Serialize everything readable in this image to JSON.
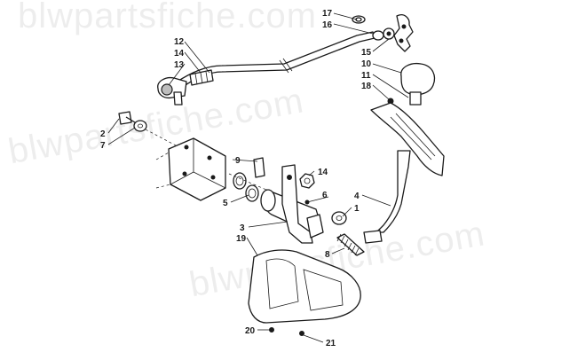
{
  "watermark": {
    "text_top": "blwpartsfiche.com",
    "text_middle": "blwpartsfiche.com",
    "text_bottom": "blwpartsfiche.com"
  },
  "callouts": {
    "c1": "1",
    "c2": "2",
    "c3": "3",
    "c4": "4",
    "c5": "5",
    "c6": "6",
    "c7": "7",
    "c8": "8",
    "c9": "9",
    "c10": "10",
    "c11": "11",
    "c12": "12",
    "c13": "13",
    "c14a": "14",
    "c14b": "14",
    "c15": "15",
    "c16": "16",
    "c17": "17",
    "c18": "18",
    "c19": "19",
    "c20": "20",
    "c21": "21"
  },
  "colors": {
    "line": "#1a1a1a",
    "background": "#ffffff",
    "watermark": "#000000"
  }
}
